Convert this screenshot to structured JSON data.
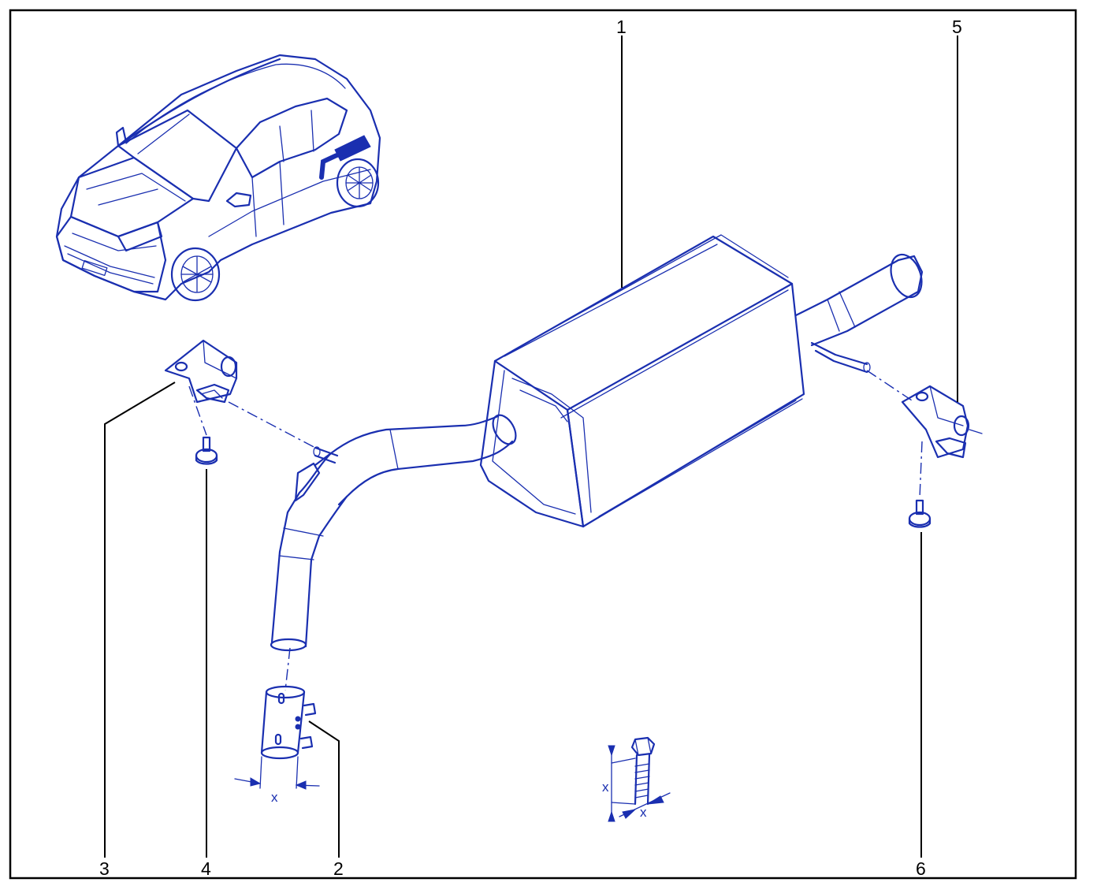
{
  "callouts": {
    "c1": "1",
    "c2": "2",
    "c3": "3",
    "c4": "4",
    "c5": "5",
    "c6": "6"
  },
  "dimensions": {
    "clamp_width": "x",
    "bolt_length": "x",
    "bolt_diameter": "x"
  },
  "colors": {
    "line_art": "#1a2fb0",
    "leader_lines": "#000000",
    "frame": "#000000"
  }
}
